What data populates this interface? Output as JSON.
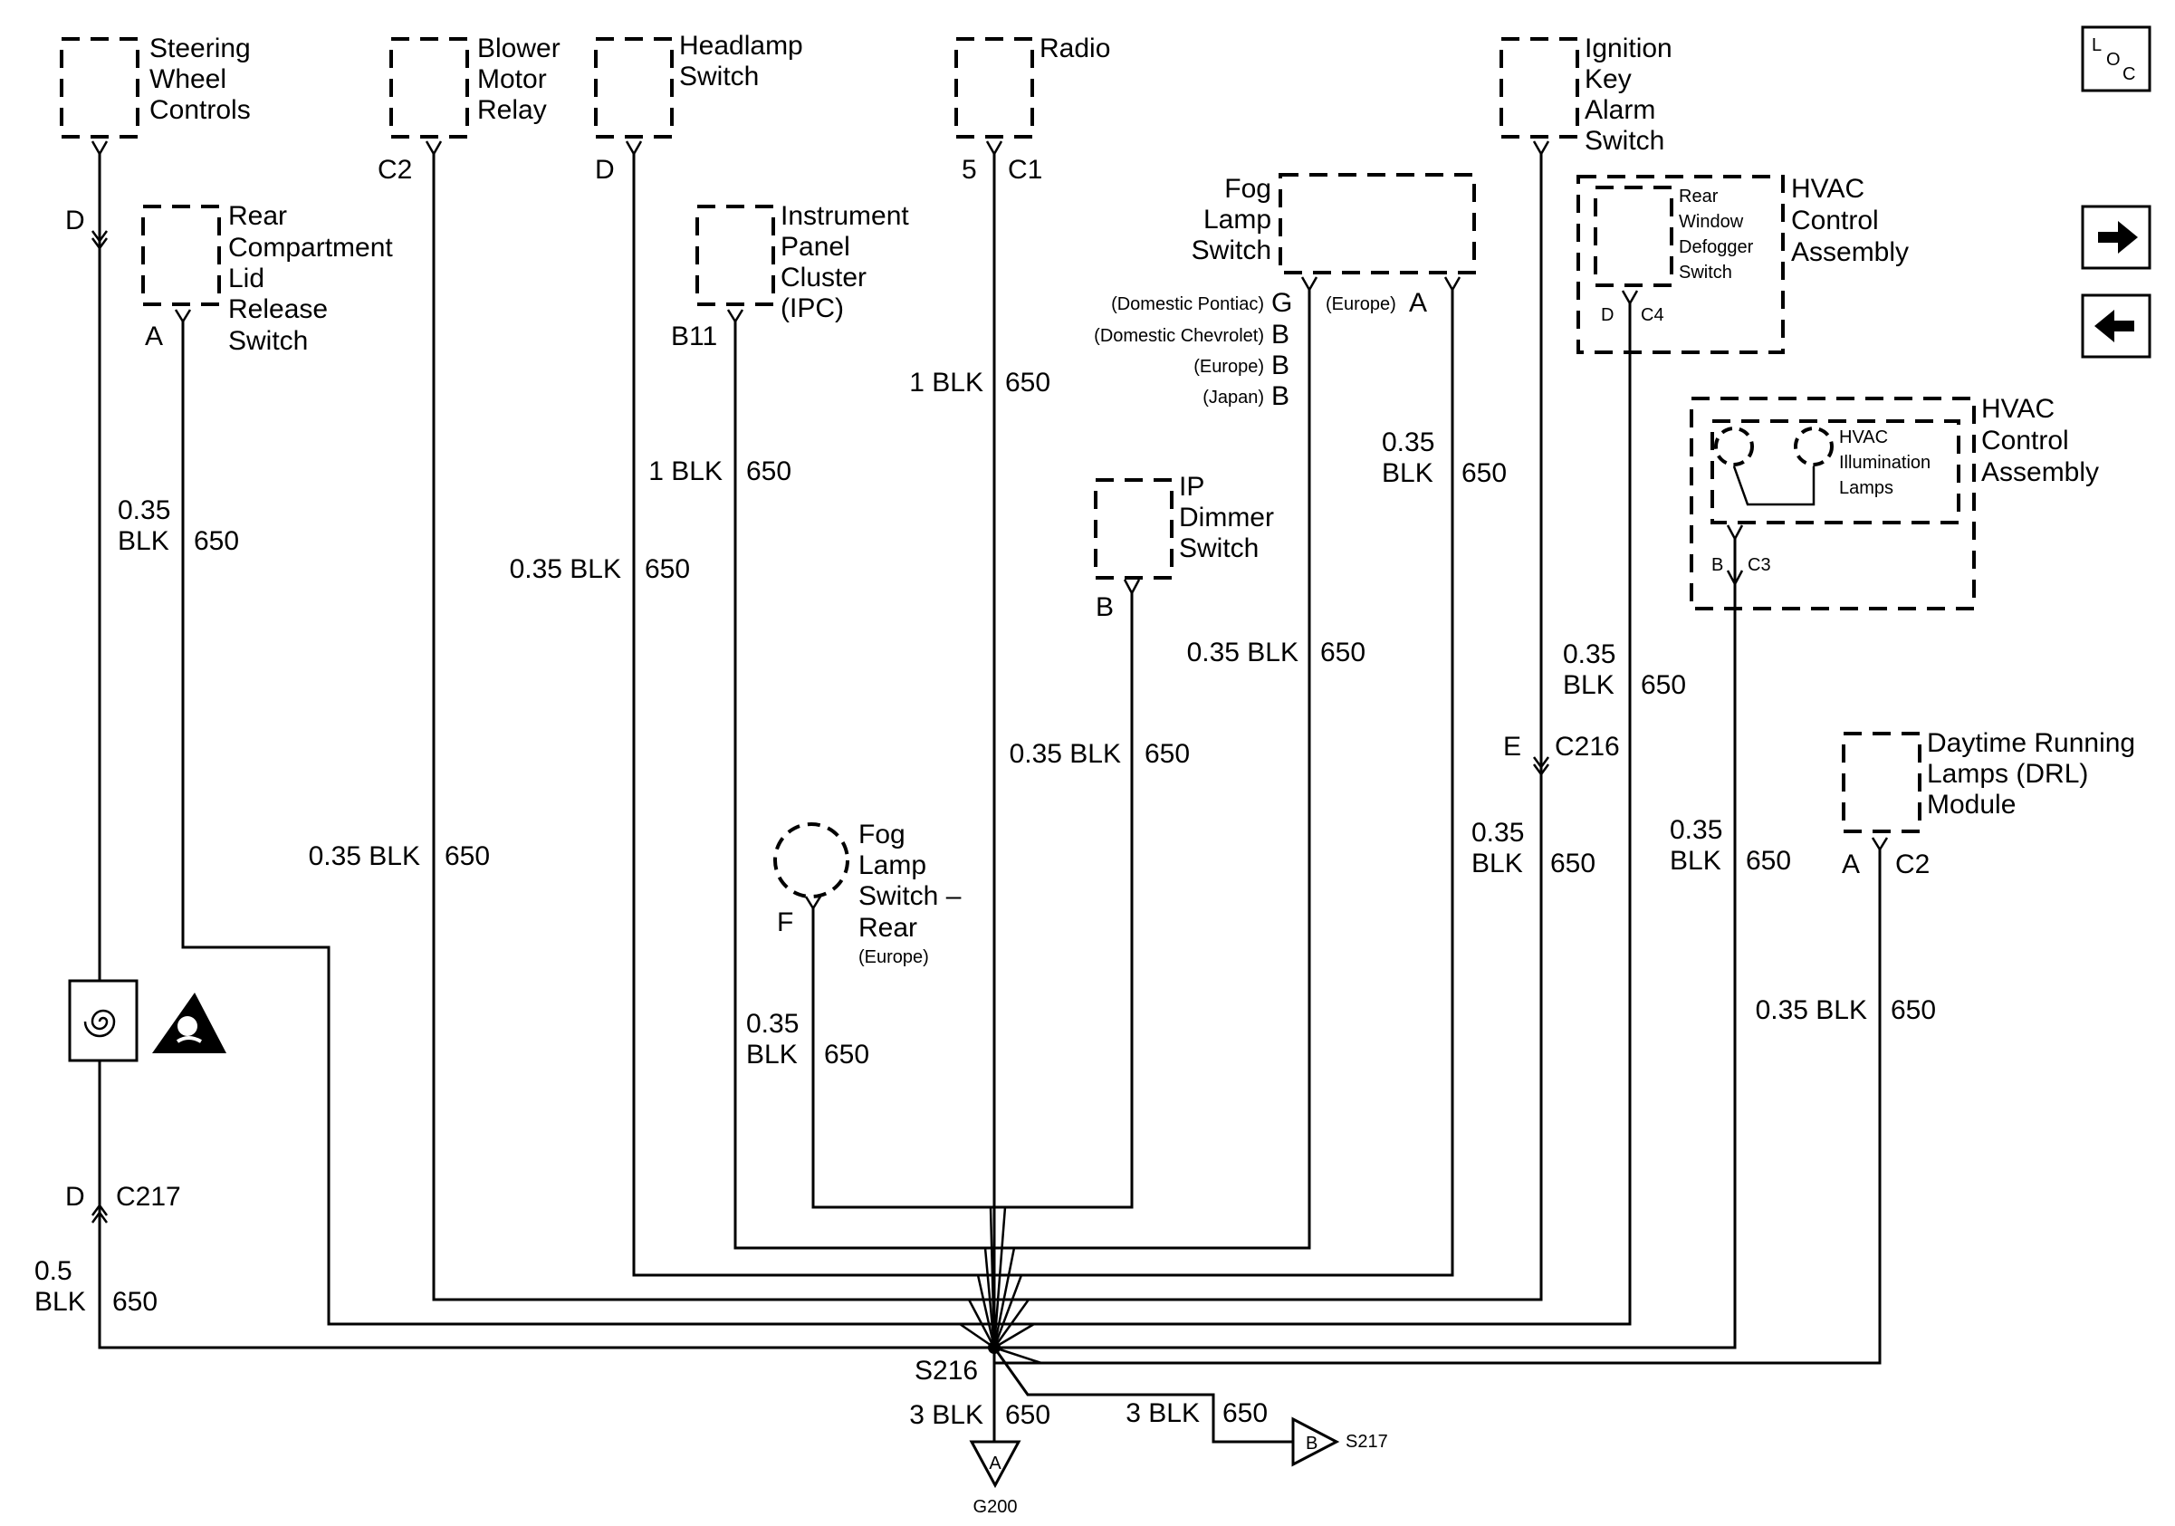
{
  "components": {
    "steering_wheel_controls": [
      "Steering",
      "Wheel",
      "Controls"
    ],
    "blower_motor_relay": [
      "Blower",
      "Motor",
      "Relay"
    ],
    "headlamp_switch": [
      "Headlamp",
      "Switch"
    ],
    "radio": "Radio",
    "ignition_key_alarm_switch": [
      "Ignition",
      "Key",
      "Alarm",
      "Switch"
    ],
    "rear_compartment_lid_release_switch": [
      "Rear",
      "Compartment",
      "Lid",
      "Release",
      "Switch"
    ],
    "instrument_panel_cluster": [
      "Instrument",
      "Panel",
      "Cluster",
      "(IPC)"
    ],
    "fog_lamp_switch": [
      "Fog",
      "Lamp",
      "Switch"
    ],
    "rear_window_defogger_switch": [
      "Rear",
      "Window",
      "Defogger",
      "Switch"
    ],
    "hvac_control_assembly_1": [
      "HVAC",
      "Control",
      "Assembly"
    ],
    "hvac_control_assembly_2": [
      "HVAC",
      "Control",
      "Assembly"
    ],
    "hvac_illumination_lamps": [
      "HVAC",
      "Illumination",
      "Lamps"
    ],
    "ip_dimmer_switch": [
      "IP",
      "Dimmer",
      "Switch"
    ],
    "fog_lamp_switch_rear": [
      "Fog",
      "Lamp",
      "Switch –",
      "Rear",
      "(Europe)"
    ],
    "drl_module": [
      "Daytime Running",
      "Lamps (DRL)",
      "Module"
    ]
  },
  "pins": {
    "steering_d": "D",
    "c2_blower": "C2",
    "headlamp_d": "D",
    "radio_pin": "5",
    "radio_conn": "C1",
    "rear_lid_a": "A",
    "ipc_b11": "B11",
    "fog_g": "G",
    "fog_g_note": "(Domestic Pontiac)",
    "fog_b1": "B",
    "fog_b1_note": "(Domestic Chevrolet)",
    "fog_b2": "B",
    "fog_b2_note": "(Europe)",
    "fog_b3": "B",
    "fog_b3_note": "(Japan)",
    "fog_a": "A",
    "fog_a_note": "(Europe)",
    "defog_d": "D",
    "defog_c4": "C4",
    "hvac_b": "B",
    "hvac_c3": "C3",
    "dimmer_b": "B",
    "fog_rear_f": "F",
    "ign_e": "E",
    "c216": "C216",
    "drl_a": "A",
    "drl_c2": "C2",
    "c217_d": "D",
    "c217": "C217"
  },
  "wires": {
    "w1_size": "0.35",
    "w1_color": "BLK",
    "w1_circuit": "650",
    "w2_label": "0.35 BLK",
    "w2_circuit": "650",
    "w3_label": "0.35 BLK",
    "w3_circuit": "650",
    "w4_label": "1 BLK",
    "w4_circuit": "650",
    "w5_label": "1 BLK",
    "w5_circuit": "650",
    "w6_label": "0.35 BLK",
    "w6_circuit": "650",
    "w7_size": "0.35",
    "w7_color": "BLK",
    "w7_circuit": "650",
    "w8_label": "0.35 BLK",
    "w8_circuit": "650",
    "w9_size": "0.35",
    "w9_color": "BLK",
    "w9_circuit": "650",
    "w10_size": "0.35",
    "w10_color": "BLK",
    "w10_circuit": "650",
    "w11_size": "0.35",
    "w11_color": "BLK",
    "w11_circuit": "650",
    "w12_size": "0.35",
    "w12_color": "BLK",
    "w12_circuit": "650",
    "w13_label": "0.35 BLK",
    "w13_circuit": "650",
    "w14_size": "0.35",
    "w14_color": "BLK",
    "w14_circuit": "650",
    "w15_size": "0.5",
    "w15_color": "BLK",
    "w15_circuit": "650",
    "w16_label": "3 BLK",
    "w16_circuit": "650",
    "w17_label": "3 BLK",
    "w17_circuit": "650"
  },
  "splice": "S216",
  "ground": {
    "letter": "A",
    "name": "G200"
  },
  "offpage": {
    "letter": "B",
    "name": "S217"
  },
  "loc_button": {
    "l": "L",
    "o": "O",
    "c": "C"
  },
  "nav": {
    "next_icon": "arrow-right-icon",
    "prev_icon": "arrow-left-icon"
  }
}
